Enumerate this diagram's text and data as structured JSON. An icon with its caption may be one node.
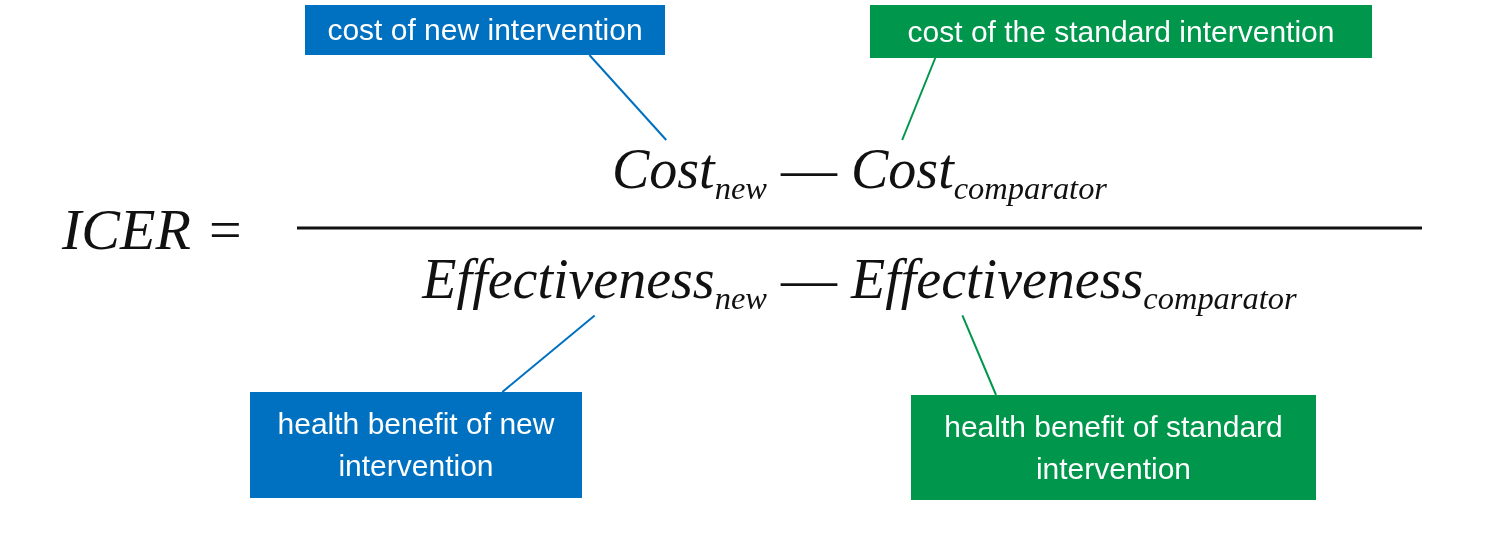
{
  "diagram": {
    "nodes": [
      {
        "text": [
          "cost of new intervention"
        ]
      },
      {
        "text": [
          "cost of the standard intervention"
        ]
      },
      {
        "text": [
          "Cost$_{new}$"
        ]
      },
      {
        "text": [
          "Cost$_{comparator}$"
        ]
      },
      {
        "text": [
          "Effectiveness$_{new}$"
        ]
      },
      {
        "text": [
          "Effectiveness$_{comparator}$"
        ]
      },
      {
        "text": [
          "health benefit of new intervention"
        ]
      },
      {
        "text": [
          "health benefit of standard intervention"
        ]
      }
    ],
    "edges": [
      {
        "from": 0,
        "to": 2,
        "arrow": "none",
        "color": "#0070c0"
      },
      {
        "from": 1,
        "to": 3,
        "arrow": "none",
        "color": "#00964b"
      },
      {
        "from": 6,
        "to": 4,
        "arrow": "none",
        "color": "#0070c0"
      },
      {
        "from": 7,
        "to": 5,
        "arrow": "none",
        "color": "#00964b"
      }
    ],
    "labels": [
      "ICER =",
      "—",
      "—"
    ]
  }
}
